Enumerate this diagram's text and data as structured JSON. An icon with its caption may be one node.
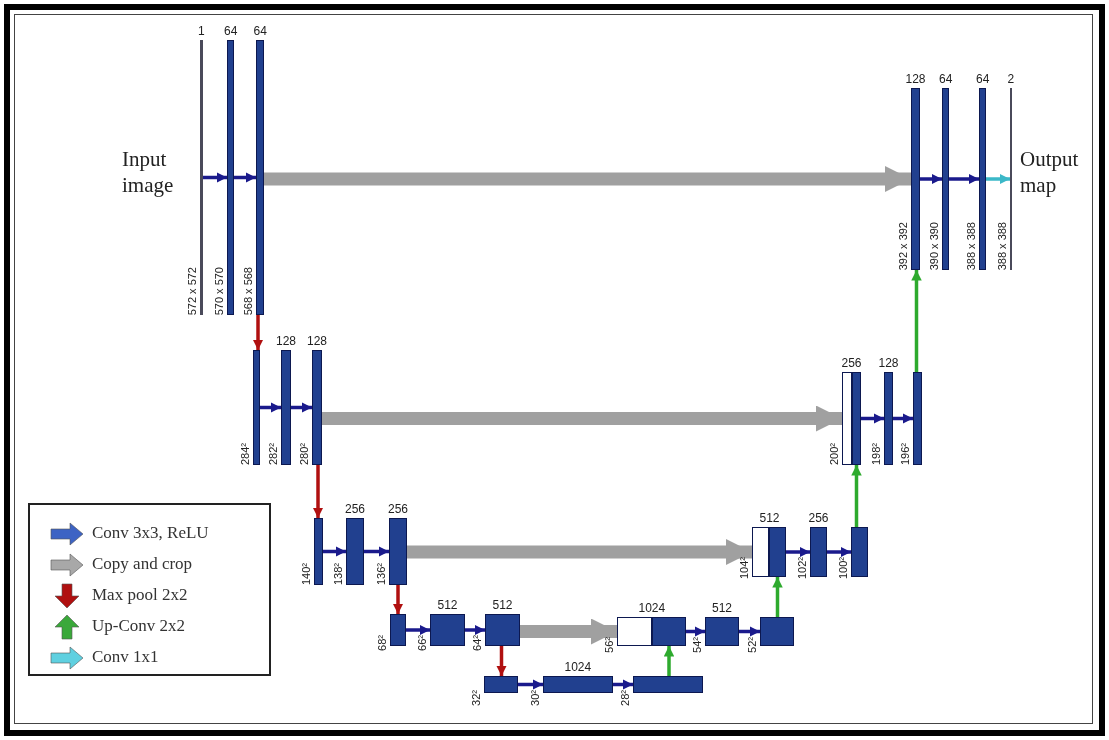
{
  "diagram": {
    "nodes": [
      {
        "text": [
          "1",
          "572 x 572"
        ]
      },
      {
        "text": [
          "64",
          "570 x 570"
        ]
      },
      {
        "text": [
          "64",
          "568 x 568"
        ]
      },
      {
        "text": [
          "284²"
        ]
      },
      {
        "text": [
          "128",
          "282²"
        ]
      },
      {
        "text": [
          "128",
          "280²"
        ]
      },
      {
        "text": [
          "140²"
        ]
      },
      {
        "text": [
          "256",
          "138²"
        ]
      },
      {
        "text": [
          "256",
          "136²"
        ]
      },
      {
        "text": [
          "68²"
        ]
      },
      {
        "text": [
          "512",
          "66²"
        ]
      },
      {
        "text": [
          "512",
          "64²"
        ]
      },
      {
        "text": [
          "32²"
        ]
      },
      {
        "text": [
          "1024",
          "30²"
        ]
      },
      {
        "text": [
          "28²"
        ]
      },
      {
        "text": [
          "56²"
        ]
      },
      {
        "text": [
          "1024"
        ]
      },
      {
        "text": [
          "512",
          "54²"
        ]
      },
      {
        "text": [
          "52²"
        ]
      },
      {
        "text": [
          "104²"
        ]
      },
      {
        "text": [
          "512"
        ]
      },
      {
        "text": [
          "256",
          "102²"
        ]
      },
      {
        "text": [
          "100²"
        ]
      },
      {
        "text": [
          "200²"
        ]
      },
      {
        "text": [
          "256"
        ]
      },
      {
        "text": [
          "128",
          "198²"
        ]
      },
      {
        "text": [
          "196²"
        ]
      },
      {
        "text": [
          "128",
          "392 x 392"
        ]
      },
      {
        "text": [
          "64",
          "390 x 390"
        ]
      },
      {
        "text": [
          "64",
          "388 x 388"
        ]
      },
      {
        "text": [
          "2",
          "388 x 388"
        ]
      }
    ],
    "edges": [
      {
        "from": 0,
        "to": 1,
        "arrow": "to"
      },
      {
        "from": 1,
        "to": 2,
        "arrow": "to"
      },
      {
        "from": 2,
        "to": 3,
        "arrow": "to",
        "color": "#b01010"
      },
      {
        "from": 3,
        "to": 4,
        "arrow": "to"
      },
      {
        "from": 4,
        "to": 5,
        "arrow": "to"
      },
      {
        "from": 5,
        "to": 6,
        "arrow": "to",
        "color": "#b01010"
      },
      {
        "from": 6,
        "to": 7,
        "arrow": "to"
      },
      {
        "from": 7,
        "to": 8,
        "arrow": "to"
      },
      {
        "from": 8,
        "to": 9,
        "arrow": "to",
        "color": "#b01010"
      },
      {
        "from": 9,
        "to": 10,
        "arrow": "to"
      },
      {
        "from": 10,
        "to": 11,
        "arrow": "to"
      },
      {
        "from": 11,
        "to": 12,
        "arrow": "to",
        "color": "#b01010"
      },
      {
        "from": 12,
        "to": 13,
        "arrow": "to"
      },
      {
        "from": 13,
        "to": 14,
        "arrow": "to"
      },
      {
        "from": 14,
        "to": 16,
        "arrow": "to",
        "color": "#2eaa2e"
      },
      {
        "from": 16,
        "to": 17,
        "arrow": "to"
      },
      {
        "from": 17,
        "to": 18,
        "arrow": "to"
      },
      {
        "from": 18,
        "to": 20,
        "arrow": "to",
        "color": "#2eaa2e"
      },
      {
        "from": 20,
        "to": 21,
        "arrow": "to"
      },
      {
        "from": 21,
        "to": 22,
        "arrow": "to"
      },
      {
        "from": 22,
        "to": 24,
        "arrow": "to",
        "color": "#2eaa2e"
      },
      {
        "from": 24,
        "to": 25,
        "arrow": "to"
      },
      {
        "from": 25,
        "to": 26,
        "arrow": "to"
      },
      {
        "from": 26,
        "to": 27,
        "arrow": "to",
        "color": "#2eaa2e"
      },
      {
        "from": 27,
        "to": 28,
        "arrow": "to"
      },
      {
        "from": 28,
        "to": 29,
        "arrow": "to"
      },
      {
        "from": 29,
        "to": 30,
        "arrow": "to",
        "color": "#3bb8c8"
      },
      {
        "from": 2,
        "to": 27,
        "arrow": "to",
        "style": "thick",
        "color": "#a0a0a0"
      },
      {
        "from": 5,
        "to": 23,
        "arrow": "to",
        "style": "thick",
        "color": "#a0a0a0"
      },
      {
        "from": 8,
        "to": 19,
        "arrow": "to",
        "style": "thick",
        "color": "#a0a0a0"
      },
      {
        "from": 11,
        "to": 15,
        "arrow": "to",
        "style": "thick",
        "color": "#a0a0a0"
      }
    ],
    "labels": [
      "Input image",
      "Output map"
    ],
    "legend": [
      {
        "text": "Conv 3x3, ReLU"
      },
      {
        "text": "Copy and crop"
      },
      {
        "text": "Max pool 2x2"
      },
      {
        "text": "Up-Conv 2x2"
      },
      {
        "text": "Conv 1x1"
      }
    ]
  }
}
